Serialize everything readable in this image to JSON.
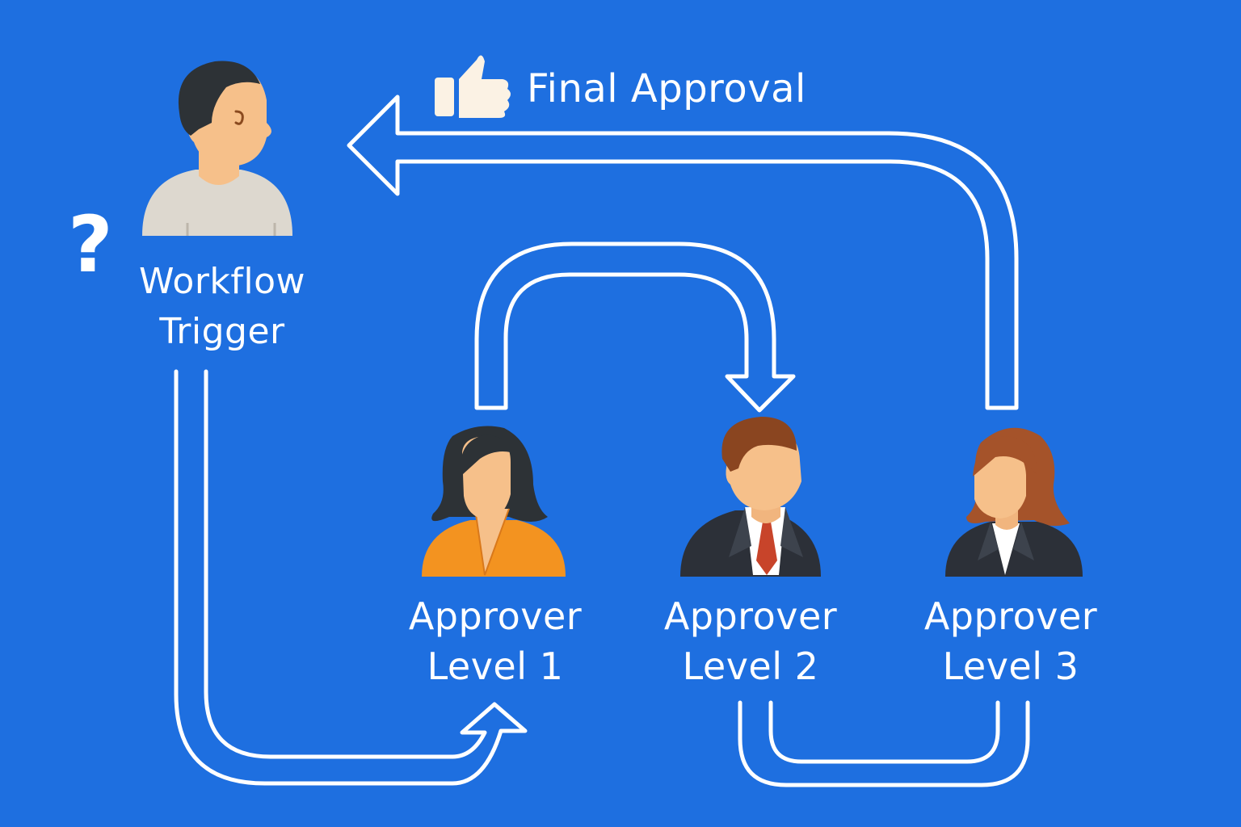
{
  "diagram": {
    "background_color": "#1e6fe0",
    "line_color": "#ffffff",
    "final_approval": {
      "label": "Final Approval",
      "icon": "thumbs-up-icon"
    },
    "trigger": {
      "line1": "Workflow",
      "line2": "Trigger",
      "badge": "?"
    },
    "approvers": [
      {
        "line1": "Approver",
        "line2": "Level 1",
        "shirt_color": "#f39320"
      },
      {
        "line1": "Approver",
        "line2": "Level 2",
        "tie_color": "#c8442a"
      },
      {
        "line1": "Approver",
        "line2": "Level 3",
        "hair_color": "#a5532a"
      }
    ]
  }
}
